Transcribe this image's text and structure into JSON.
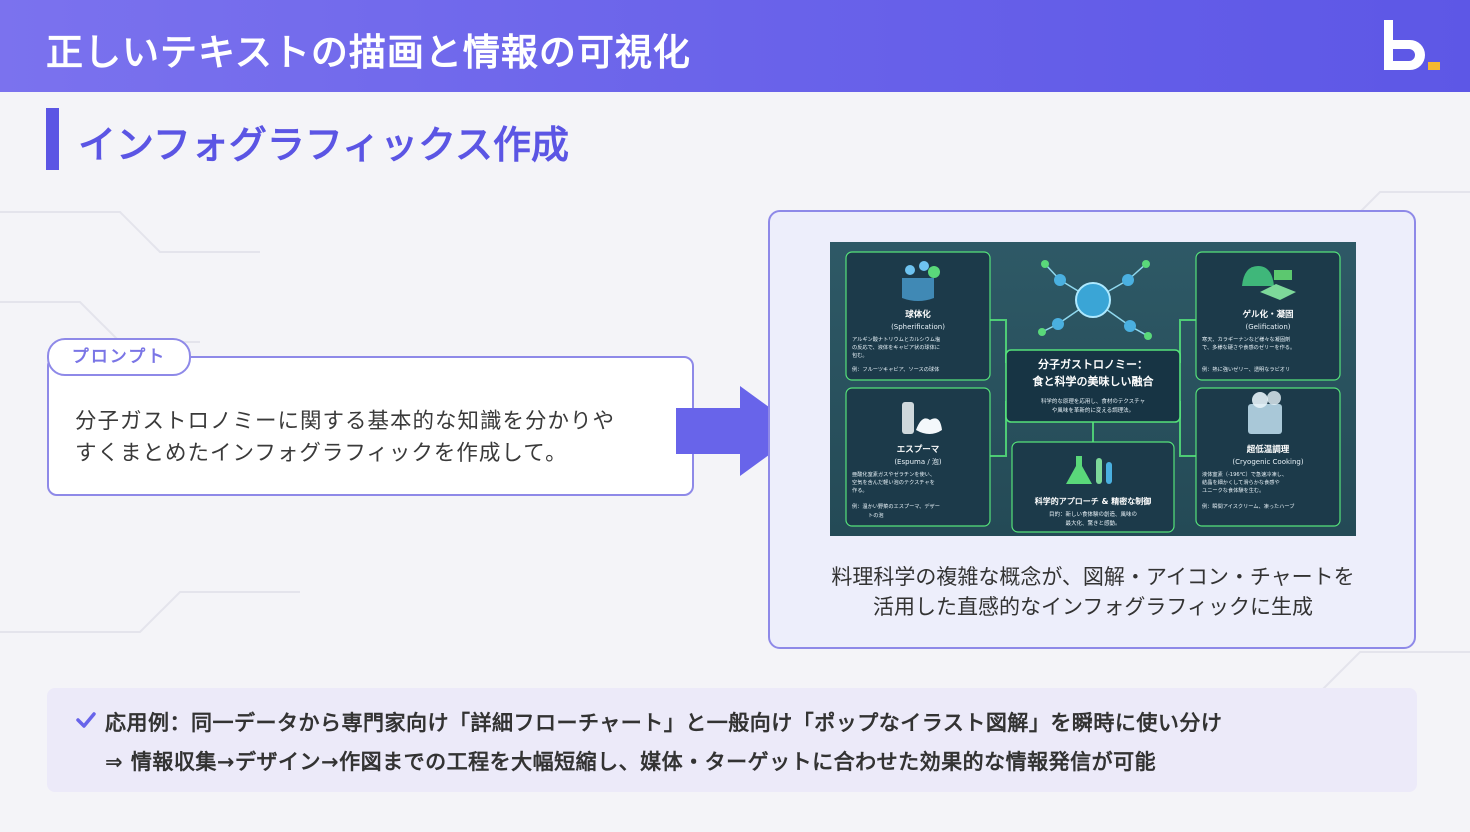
{
  "header": {
    "title": "正しいテキストの描画と情報の可視化"
  },
  "section": {
    "title": "インフォグラフィックス作成"
  },
  "prompt": {
    "tab_label": "プロンプト",
    "line1": "分子ガストロノミーに関する基本的な知識を分かりや",
    "line2": "すくまとめたインフォグラフィックを作成して。"
  },
  "infographic": {
    "center_title_line1": "分子ガストロノミー：",
    "center_title_line2": "食と科学の美味しい融合",
    "center_desc_line1": "科学的な原理を応用し、食材のテクスチャ",
    "center_desc_line2": "や風味を革新的に変える調理法。",
    "card1": {
      "title": "球体化",
      "subtitle": "(Spherification)",
      "d1": "アルギン酸ナトリウムとカルシウム塩",
      "d2": "の反応で、液体をキャビア状の球体に",
      "d3": "包む。",
      "ex": "例：フルーツキャビア、ソースの球体"
    },
    "card2": {
      "title": "ゲル化・凝固",
      "subtitle": "(Gelification)",
      "d1": "寒天、カラギーナンなど様々な凝固剤",
      "d2": "で、多様な硬さや食感のゼリーを作る。",
      "ex": "例：熱に強いゼリー、透明なラビオリ"
    },
    "card3": {
      "title": "エスプーマ",
      "subtitle": "(Espuma / 泡)",
      "d1": "亜酸化窒素ガスやゼラチンを使い、",
      "d2": "空気を含んだ軽い泡のテクスチャを",
      "d3": "作る。",
      "ex": "例：温かい野菜のエスプーマ、デザー",
      "ex2": "トの泡"
    },
    "card4": {
      "title": "科学的アプローチ & 精密な制御",
      "d1": "目的：新しい食体験の創造、風味の",
      "d2": "最大化、驚きと感動。"
    },
    "card5": {
      "title": "超低温調理",
      "subtitle": "(Cryogenic Cooking)",
      "d1": "液体窒素（-196℃）で急速冷凍し、",
      "d2": "結晶を細かくして滑らかな食感や",
      "d3": "ユニークな食体験を生む。",
      "ex": "例：瞬間アイスクリーム、凍ったハーブ"
    }
  },
  "caption": {
    "line1": "料理科学の複雑な概念が、図解・アイコン・チャートを",
    "line2": "活用した直感的なインフォグラフィックに生成"
  },
  "bottom": {
    "line1": "応用例：同一データから専門家向け「詳細フローチャート」と一般向け「ポップなイラスト図解」を瞬時に使い分け",
    "line2": "⇒ 情報収集→デザイン→作図までの工程を大幅短縮し、媒体・ターゲットに合わせた効果的な情報発信が可能"
  },
  "colors": {
    "accent": "#5b55e4",
    "header_start": "#7b72ee",
    "panel_bg": "#edeefb",
    "logo_square": "#f5b731"
  }
}
